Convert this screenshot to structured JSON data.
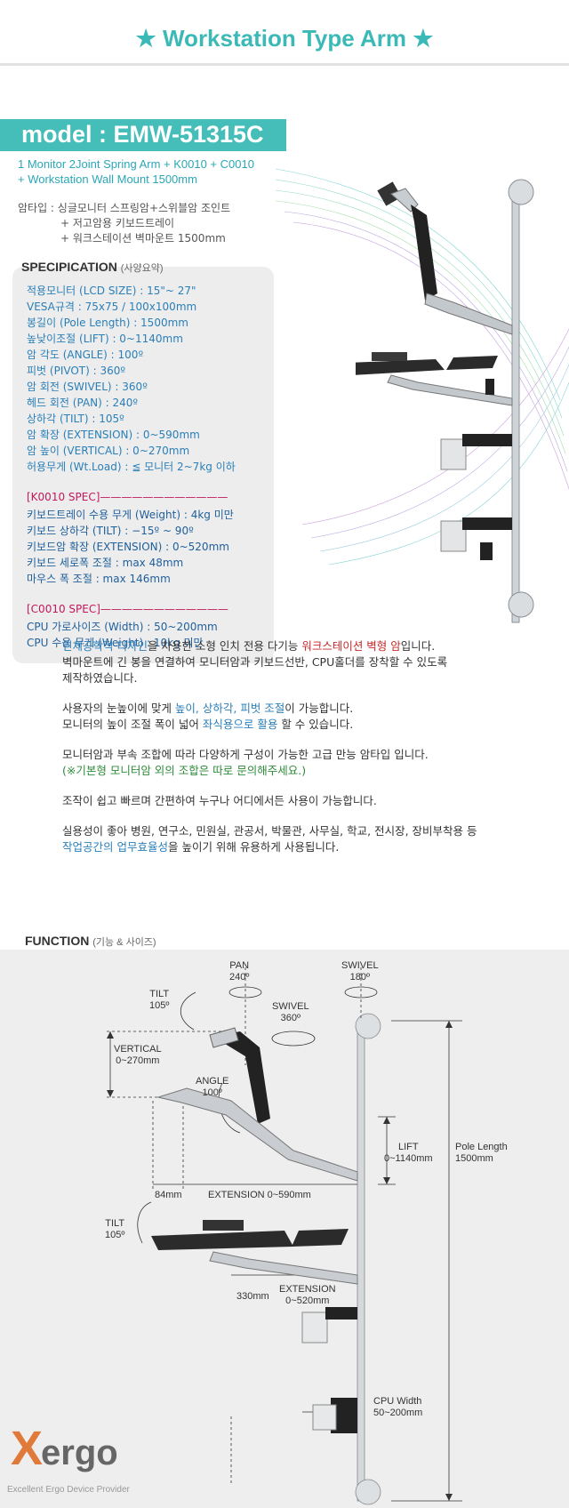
{
  "title": "★ Workstation Type Arm ★",
  "model": "model : EMW-51315C",
  "subtitle": [
    "1 Monitor 2Joint Spring Arm + K0010 + C0010",
    "+ Workstation Wall Mount 1500mm"
  ],
  "arm_type": [
    "암타입 : 싱글모니터 스프링암+스위블암 조인트",
    "+ 저고암용 키보드트레이",
    "+ 워크스테이션 벽마운트 1500mm"
  ],
  "spec": {
    "heading": "SPECIPICATION",
    "heading_sub": "(사양요약)",
    "lines": [
      {
        "k": "적용모니터",
        "v": " (LCD SIZE) : 15\"~ 27\""
      },
      {
        "k": "VESA규격",
        "v": " : 75x75 / 100x100mm"
      },
      {
        "k": "봉길이",
        "v": " (Pole Length) : 1500mm"
      },
      {
        "k": "높낮이조절",
        "v": " (LIFT) : 0~1140mm"
      },
      {
        "k": "암 각도",
        "v": " (ANGLE) : 100º"
      },
      {
        "k": "피벗",
        "v": " (PIVOT) : 360º"
      },
      {
        "k": "암 회전",
        "v": " (SWIVEL) : 360º"
      },
      {
        "k": "헤드 회전",
        "v": " (PAN) : 240º"
      },
      {
        "k": "상하각",
        "v": " (TILT) : 105º"
      },
      {
        "k": "암 확장",
        "v": " (EXTENSION) : 0~590mm"
      },
      {
        "k": "암 높이",
        "v": " (VERTICAL) : 0~270mm"
      },
      {
        "k": "허용무게",
        "v": " (Wt.Load) : ≦ 모니터 2~7kg 이하"
      }
    ],
    "k0010_header": "[K0010 SPEC]————————————",
    "k0010": [
      {
        "k": "키보드트레이 수용 무게",
        "v": " (Weight) : 4kg 미만"
      },
      {
        "k": "키보드 상하각",
        "v": " (TILT) : −15º ~ 90º"
      },
      {
        "k": "키보드암 확장",
        "v": " (EXTENSION) : 0~520mm"
      },
      {
        "k": "키보드 세로폭 조절",
        "v": " : max 48mm"
      },
      {
        "k": "마우스 폭 조절",
        "v": " : max 146mm"
      }
    ],
    "c0010_header": "[C0010 SPEC]————————————",
    "c0010": [
      {
        "k": "CPU 가로사이즈",
        "v": " (Width) : 50~200mm"
      },
      {
        "k": "CPU 수용 무게",
        "v": " (Weight) : 10kg 미만"
      }
    ]
  },
  "description": {
    "p1a_1": "인체공학적 디자인",
    "p1a_2": "을 차용한 소형 인치 전용 다기능 ",
    "p1a_3": "워크스테이션 벽형 암",
    "p1a_4": "입니다.",
    "p1b": "벽마운트에 긴 봉을 연결하여 모니터암과 키보드선반, CPU홀더를 장착할 수 있도록",
    "p1c": "제작하였습니다.",
    "p2a_1": "사용자의 눈높이에 맞게 ",
    "p2a_2": "높이, 상하각, 피벗 조절",
    "p2a_3": "이 가능합니다.",
    "p2b_1": "모니터의 높이 조절 폭이 넓어 ",
    "p2b_2": "좌식용으로 활용",
    "p2b_3": " 할 수 있습니다.",
    "p3a": "모니터암과 부속 조합에 따라 다양하게 구성이 가능한 고급 만능 암타입 입니다.",
    "p3b": "(※기본형 모니터암 외의 조합은 따로 문의해주세요.)",
    "p4": "조작이 쉽고 빠르며 간편하여 누구나 어디에서든 사용이 가능합니다.",
    "p5a": "실용성이 좋아 병원, 연구소, 민원실, 관공서, 박물관, 사무실, 학교, 전시장, 장비부착용 등",
    "p5b_1": "작업공간의 업무효율성",
    "p5b_2": "을 높이기 위해 유용하게 사용됩니다."
  },
  "function": {
    "heading": "FUNCTION",
    "heading_sub": "(기능 & 사이즈)",
    "pan": [
      "PAN",
      "240º"
    ],
    "swivel_top": [
      "SWIVEL",
      "180º"
    ],
    "swivel_mid": [
      "SWIVEL",
      "360º"
    ],
    "tilt_top": [
      "TILT",
      "105º"
    ],
    "vertical": [
      "VERTICAL",
      "0~270mm"
    ],
    "angle": [
      "ANGLE",
      "100º"
    ],
    "lift": [
      "LIFT",
      "0~1140mm"
    ],
    "pole_length": [
      "Pole Length",
      "1500mm"
    ],
    "d84": "84mm",
    "extension_top": "EXTENSION 0~590mm",
    "tilt_kb": [
      "TILT",
      "105º"
    ],
    "d330": "330mm",
    "extension_kb": [
      "EXTENSION",
      "0~520mm"
    ],
    "cpu_width": [
      "CPU Width",
      "50~200mm"
    ]
  },
  "logo": {
    "mark": "X",
    "word": "ergo",
    "tagline": "Excellent Ergo Device Provider"
  },
  "colors": {
    "accent": "#45bdb9",
    "spec_text": "#2a7fb8",
    "spec_header": "#c2185b",
    "highlight_red": "#c62828"
  }
}
